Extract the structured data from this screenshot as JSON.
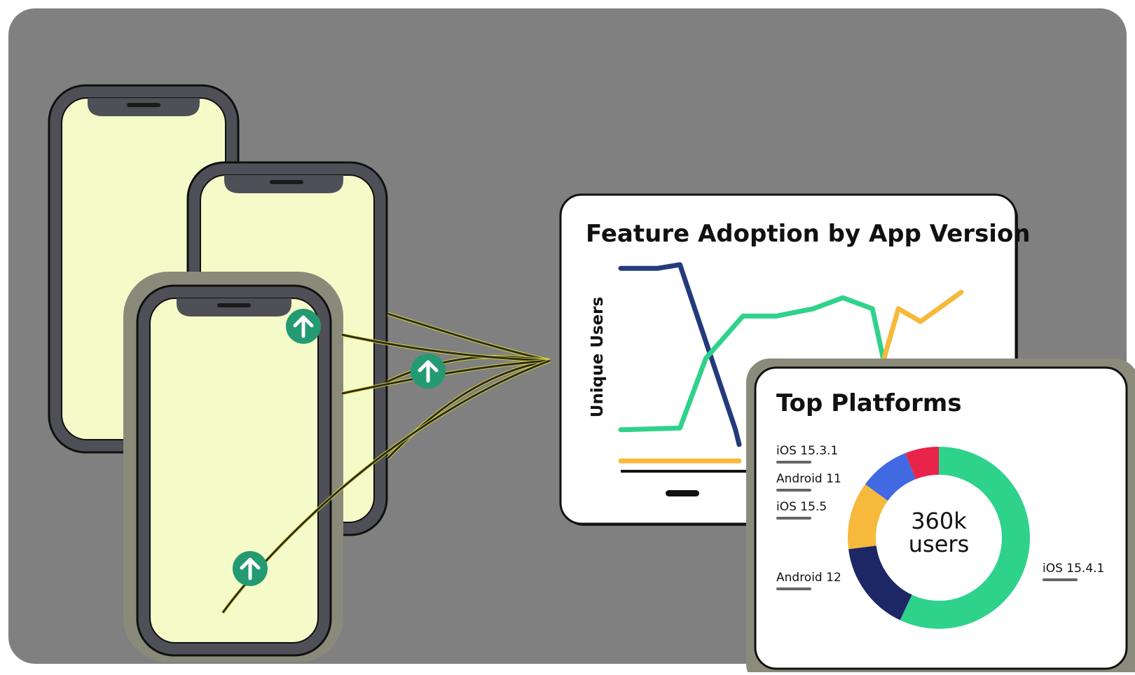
{
  "colors": {
    "background": "#808080",
    "phone_frame": "#4f4f57",
    "phone_screen": "#f4fbc8",
    "upload_badge": "#239a72",
    "curve_glow": "#e8e234",
    "curve_line": "#2b2b1f",
    "navy": "#243a7d",
    "green": "#2fd28a",
    "yellow": "#f6b93b",
    "blue": "#4169e1",
    "red": "#e8244a",
    "dark_navy": "#1d2766"
  },
  "icons": [
    "phone-icon",
    "arrow-up-icon"
  ],
  "feature_card": {
    "title": "Feature Adoption by App Version"
  },
  "platforms_card": {
    "title": "Top Platforms",
    "center_value": "360k",
    "center_unit": "users"
  },
  "chart_data": [
    {
      "type": "line",
      "title": "Feature Adoption by App Version",
      "xlabel": "",
      "ylabel": "Unique Users",
      "ylim": [
        0,
        100
      ],
      "grid": false,
      "series": [
        {
          "color": "#243a7d",
          "points": [
            [
              0,
              98
            ],
            [
              10,
              98
            ],
            [
              16,
              100
            ],
            [
              31,
              10
            ],
            [
              32,
              2
            ]
          ]
        },
        {
          "color": "#2fd28a",
          "points": [
            [
              0,
              10
            ],
            [
              16,
              11
            ],
            [
              23,
              49
            ],
            [
              33,
              72
            ],
            [
              42,
              72
            ],
            [
              52,
              76
            ],
            [
              60,
              82
            ],
            [
              68,
              76
            ],
            [
              71,
              48
            ]
          ]
        },
        {
          "color": "#f6b93b",
          "points": [
            [
              71,
              48
            ],
            [
              75,
              76
            ],
            [
              81,
              69
            ],
            [
              92,
              85
            ]
          ]
        },
        {
          "color": "#f6b93b",
          "points": [
            [
              0,
              -7
            ],
            [
              32,
              -7
            ]
          ]
        }
      ]
    },
    {
      "type": "pie",
      "title": "Top Platforms",
      "total_label": "360k users",
      "slices": [
        {
          "label": "iOS 15.4.1",
          "value": 57,
          "color": "#2fd28a"
        },
        {
          "label": "Android 12",
          "value": 16,
          "color": "#1d2766"
        },
        {
          "label": "iOS 15.5",
          "value": 12,
          "color": "#f6b93b"
        },
        {
          "label": "Android 11",
          "value": 9,
          "color": "#4169e1"
        },
        {
          "label": "iOS 15.3.1",
          "value": 6,
          "color": "#e8244a"
        }
      ]
    }
  ]
}
